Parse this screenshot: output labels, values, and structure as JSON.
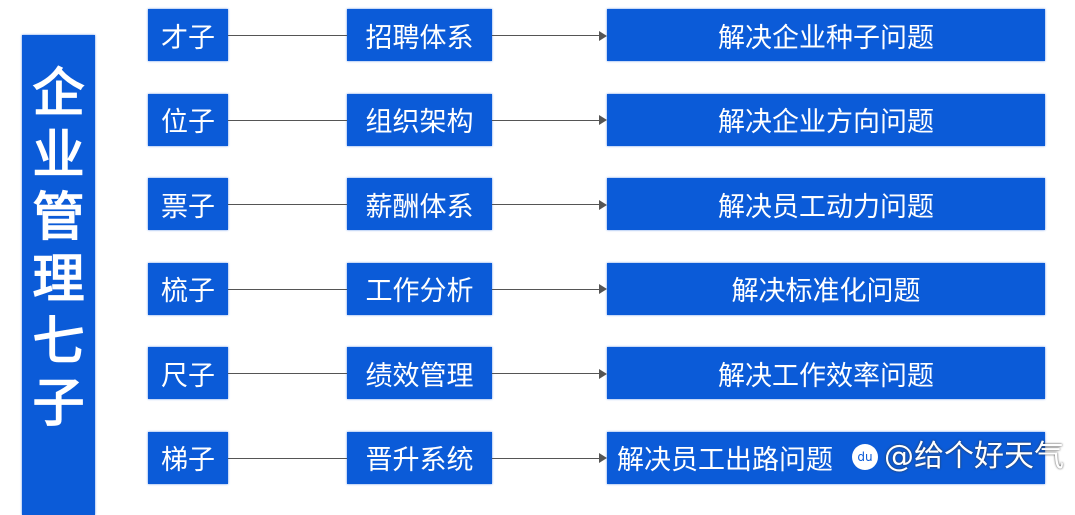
{
  "title": [
    "企",
    "业",
    "管",
    "理",
    "七",
    "子"
  ],
  "rows": [
    {
      "name": "才子",
      "system": "招聘体系",
      "purpose": "解决企业种子问题"
    },
    {
      "name": "位子",
      "system": "组织架构",
      "purpose": "解决企业方向问题"
    },
    {
      "name": "票子",
      "system": "薪酬体系",
      "purpose": "解决员工动力问题"
    },
    {
      "name": "梳子",
      "system": "工作分析",
      "purpose": "解决标准化问题"
    },
    {
      "name": "尺子",
      "system": "绩效管理",
      "purpose": "解决工作效率问题"
    },
    {
      "name": "梯子",
      "system": "晋升系统",
      "purpose": "解决员工出路问题"
    }
  ],
  "watermark": {
    "logo": "du",
    "text": "@给个好天气"
  },
  "colors": {
    "box": "#0b5bd8",
    "text": "#ffffff",
    "connector": "#555555"
  }
}
